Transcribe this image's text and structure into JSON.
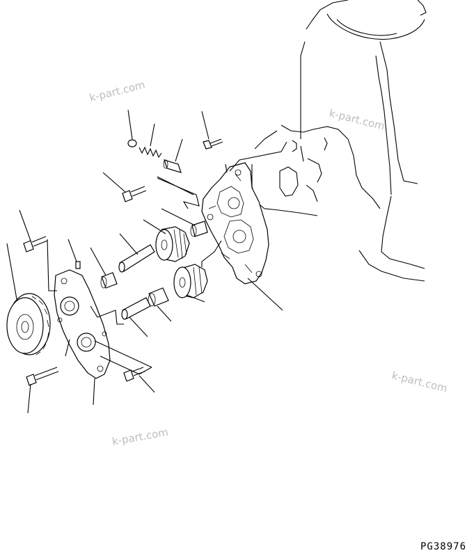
{
  "watermarks": [
    "k-part.com",
    "k-part.com",
    "k-part.com",
    "k-part.com"
  ],
  "diagram_code": "PG38976"
}
